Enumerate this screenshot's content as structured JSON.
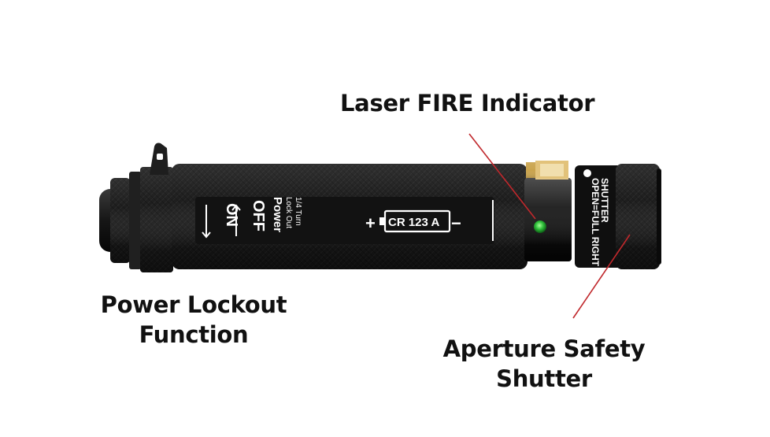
{
  "callouts": {
    "fire_indicator": "Laser FIRE Indicator",
    "power_lockout_line1": "Power Lockout",
    "power_lockout_line2": "Function",
    "aperture_shutter_line1": "Aperture Safety",
    "aperture_shutter_line2": "Shutter"
  },
  "device_labels": {
    "on": "ON",
    "off": "OFF",
    "power": "Power",
    "lock_out": "Lock Out",
    "quarter_turn": "1/4 Turn",
    "battery": "CR 123 A",
    "plus": "+",
    "minus": "−",
    "shutter": "SHUTTER",
    "shutter_open": "OPEN=FULL RIGHT"
  },
  "colors": {
    "body": "#141414",
    "indicator": "#2fbf3a",
    "leader_line": "#c0282c",
    "brass_band": "#c9a24a"
  }
}
